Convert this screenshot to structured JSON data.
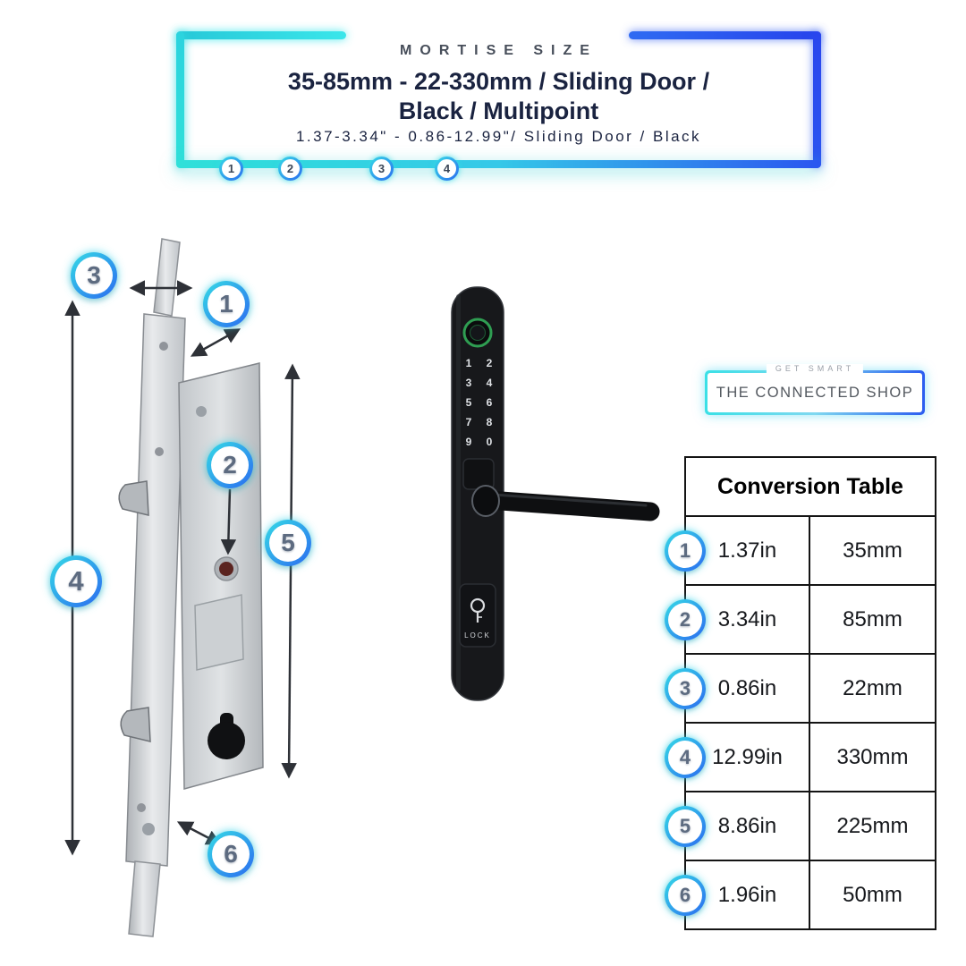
{
  "header": {
    "eyebrow": "MORTISE SIZE",
    "title_line1": "35-85mm - 22-330mm / Sliding Door /",
    "title_line2": "Black / Multipoint",
    "subtitle": "1.37-3.34\" - 0.86-12.99\"/ Sliding Door / Black",
    "markers": [
      "1",
      "2",
      "3",
      "4"
    ]
  },
  "diagram": {
    "callouts": {
      "c1": "1",
      "c2": "2",
      "c3": "3",
      "c4": "4",
      "c5": "5",
      "c6": "6"
    }
  },
  "handle": {
    "keypad": [
      "1",
      "2",
      "3",
      "4",
      "5",
      "6",
      "7",
      "8",
      "9",
      "0"
    ],
    "lock_label": "LOCK"
  },
  "logo": {
    "tagline": "GET SMART",
    "name": "THE CONNECTED SHOP"
  },
  "table": {
    "title": "Conversion Table",
    "rows": [
      {
        "num": "1",
        "inches": "1.37in",
        "mm": "35mm"
      },
      {
        "num": "2",
        "inches": "3.34in",
        "mm": "85mm"
      },
      {
        "num": "3",
        "inches": "0.86in",
        "mm": "22mm"
      },
      {
        "num": "4",
        "inches": "12.99in",
        "mm": "330mm"
      },
      {
        "num": "5",
        "inches": "8.86in",
        "mm": "225mm"
      },
      {
        "num": "6",
        "inches": "1.96in",
        "mm": "50mm"
      }
    ]
  },
  "colors": {
    "accent_cyan": "#35dbe6",
    "accent_blue": "#2b50ee",
    "navy_text": "#1a2340"
  }
}
